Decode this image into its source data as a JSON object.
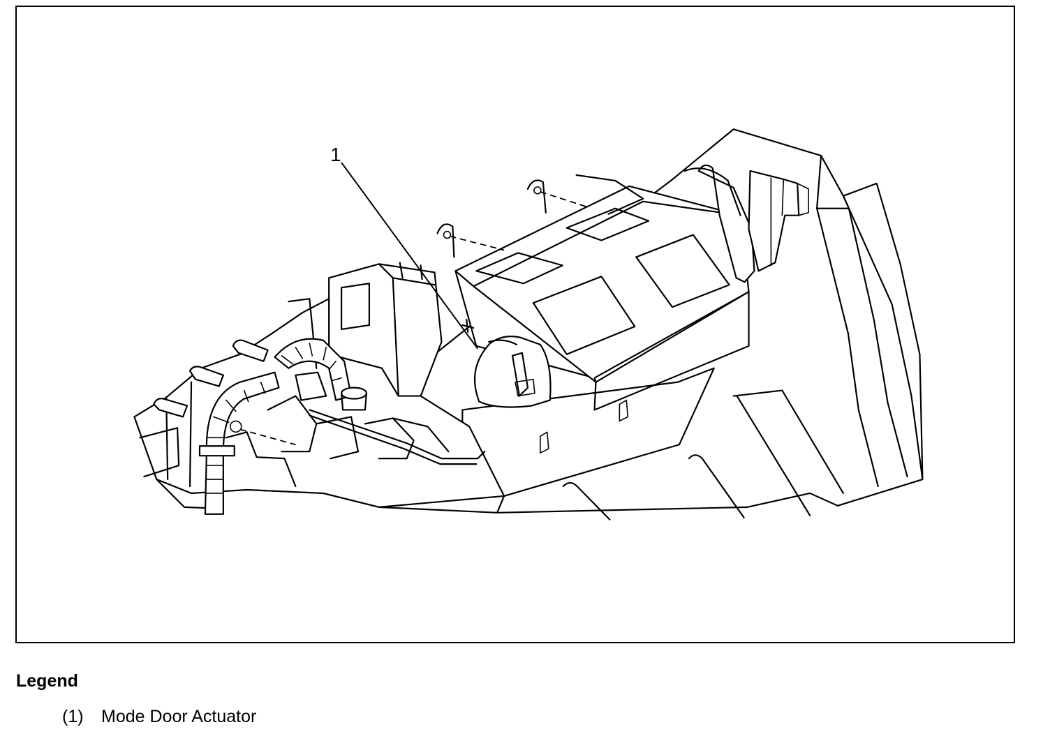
{
  "diagram": {
    "callouts": [
      {
        "id": "1",
        "label": "1"
      }
    ]
  },
  "legend": {
    "title": "Legend",
    "items": [
      {
        "number": "(1)",
        "text": "Mode Door Actuator"
      }
    ]
  }
}
